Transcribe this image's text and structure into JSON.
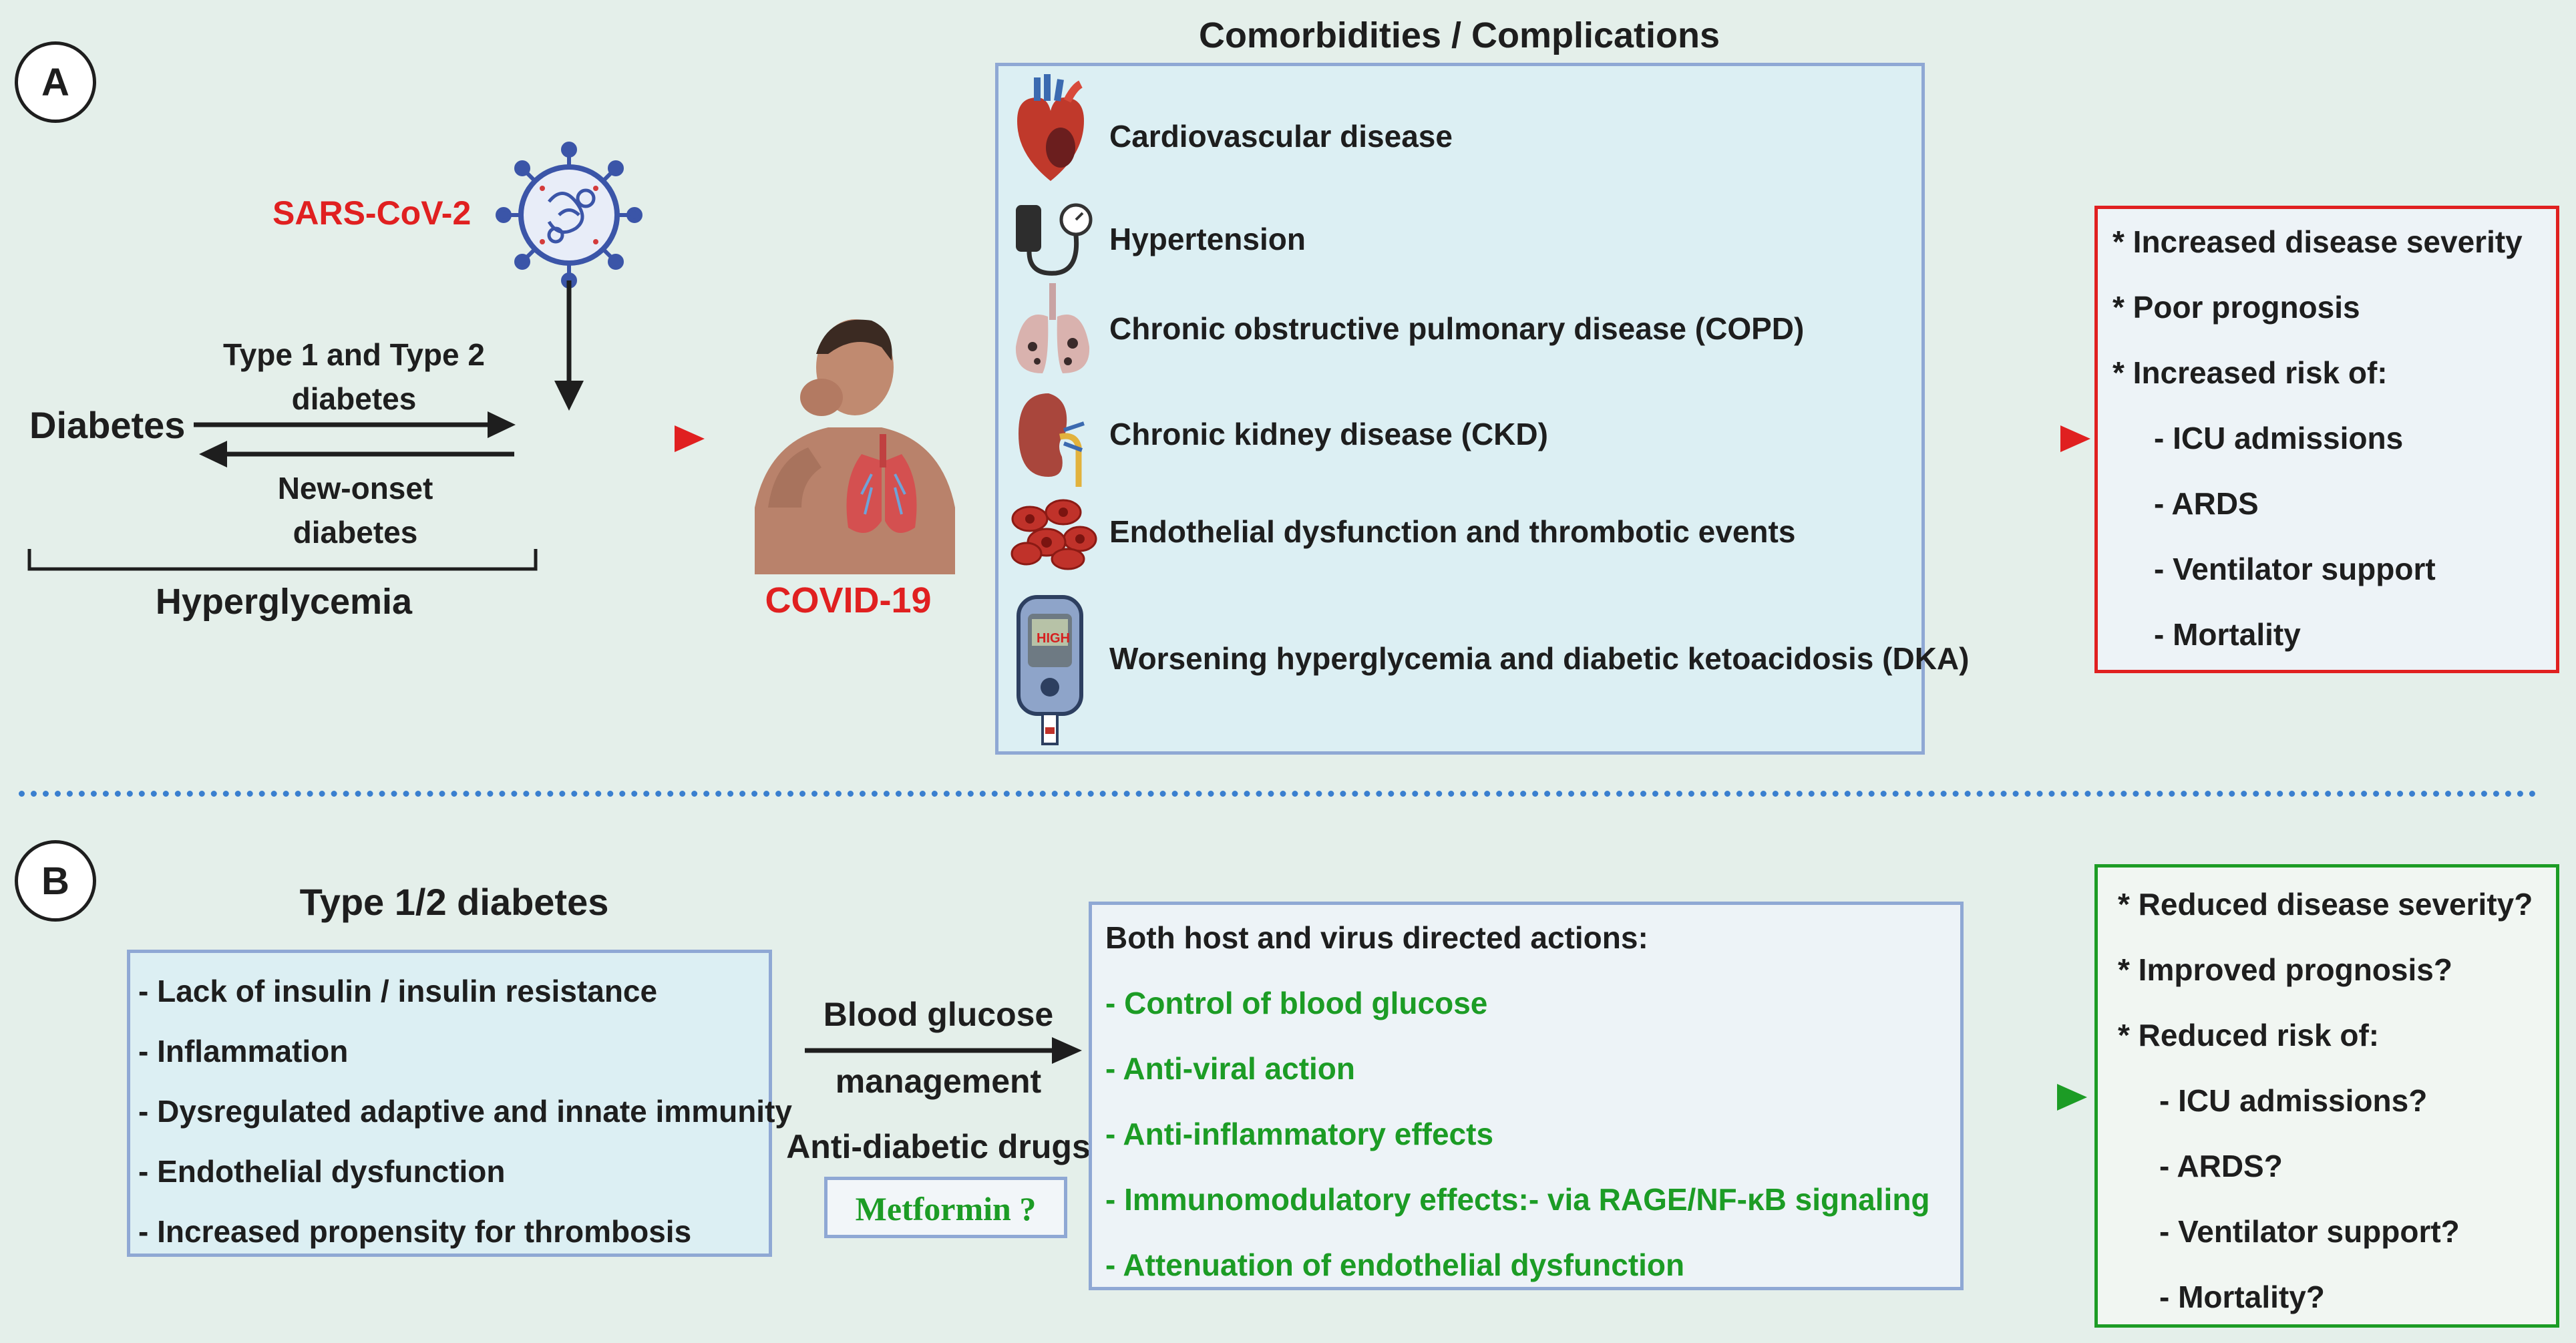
{
  "panel_a": {
    "label": "A",
    "virus_label": "SARS-CoV-2",
    "diabetes_label": "Diabetes",
    "arrow_top_label": "Type 1 and Type  2 diabetes",
    "arrow_bottom_label": "New-onset diabetes",
    "hyperglycemia_label": "Hyperglycemia",
    "covid_label": "COVID-19",
    "comorbidities_title": "Comorbidities / Complications",
    "comorbidities": [
      {
        "icon": "heart-icon",
        "text": "Cardiovascular disease"
      },
      {
        "icon": "blood-pressure-icon",
        "text": "Hypertension"
      },
      {
        "icon": "lungs-icon",
        "text": "Chronic obstructive pulmonary disease (COPD)"
      },
      {
        "icon": "kidney-icon",
        "text": "Chronic kidney disease (CKD)"
      },
      {
        "icon": "blood-cells-icon",
        "text": "Endothelial dysfunction and thrombotic events"
      },
      {
        "icon": "glucose-meter-icon",
        "text": "Worsening hyperglycemia and diabetic ketoacidosis (DKA)"
      }
    ],
    "meter_display": "HIGH",
    "outcomes": [
      "* Increased disease severity",
      "* Poor prognosis",
      "* Increased risk of:",
      "- ICU admissions",
      "- ARDS",
      "- Ventilator support",
      "- Mortality"
    ]
  },
  "panel_b": {
    "label": "B",
    "diabetes_title": "Type 1/2 diabetes",
    "features": [
      "- Lack of insulin / insulin resistance",
      "- Inflammation",
      "- Dysregulated adaptive and innate immunity",
      "- Endothelial dysfunction",
      "- Increased propensity for thrombosis"
    ],
    "arrow_label_line1": "Blood glucose",
    "arrow_label_line2": "management",
    "drugs_label": "Anti-diabetic drugs",
    "metformin_label": "Metformin ?",
    "actions_title": "Both host and virus directed actions:",
    "actions": [
      "- Control of blood glucose",
      "- Anti-viral action",
      "- Anti-inflammatory effects",
      "- Immunomodulatory effects:- via RAGE/NF-κB signaling",
      "- Attenuation of endothelial dysfunction"
    ],
    "outcomes": [
      "* Reduced disease severity?",
      "* Improved prognosis?",
      "* Reduced risk of:",
      "- ICU admissions?",
      "- ARDS?",
      "- Ventilator support?",
      "- Mortality?"
    ]
  },
  "colors": {
    "background": "#e4efea",
    "red": "#e02020",
    "green": "#1c9c25",
    "box_border": "#8fa8d4",
    "divider": "#3a7fcf"
  }
}
